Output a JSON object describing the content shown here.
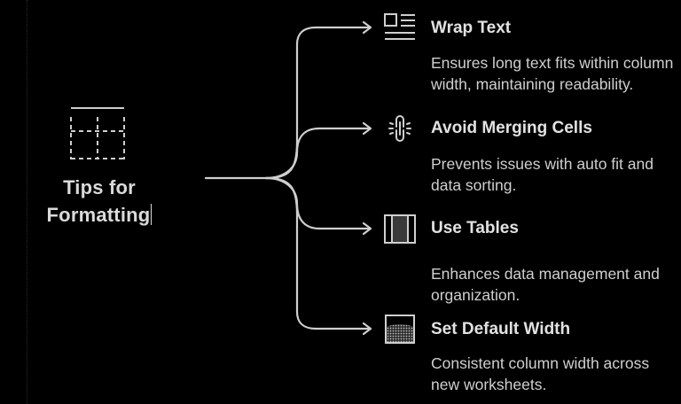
{
  "center": {
    "title_line1": "Tips for",
    "title_line2": "Formatting",
    "icon": "table-grid-icon"
  },
  "tips": [
    {
      "title": "Wrap Text",
      "description": "Ensures long text fits within column width, maintaining readability.",
      "icon": "wrap-text-icon"
    },
    {
      "title": "Avoid Merging Cells",
      "description": "Prevents issues with auto fit and data sorting.",
      "icon": "broken-link-icon"
    },
    {
      "title": "Use Tables",
      "description": "Enhances data management and organization.",
      "icon": "table-columns-icon"
    },
    {
      "title": "Set Default Width",
      "description": "Consistent column width across new worksheets.",
      "icon": "width-swatch-icon"
    }
  ],
  "colors": {
    "background": "#000000",
    "text": "#d8d8d8",
    "lines": "#cfcfcf"
  }
}
